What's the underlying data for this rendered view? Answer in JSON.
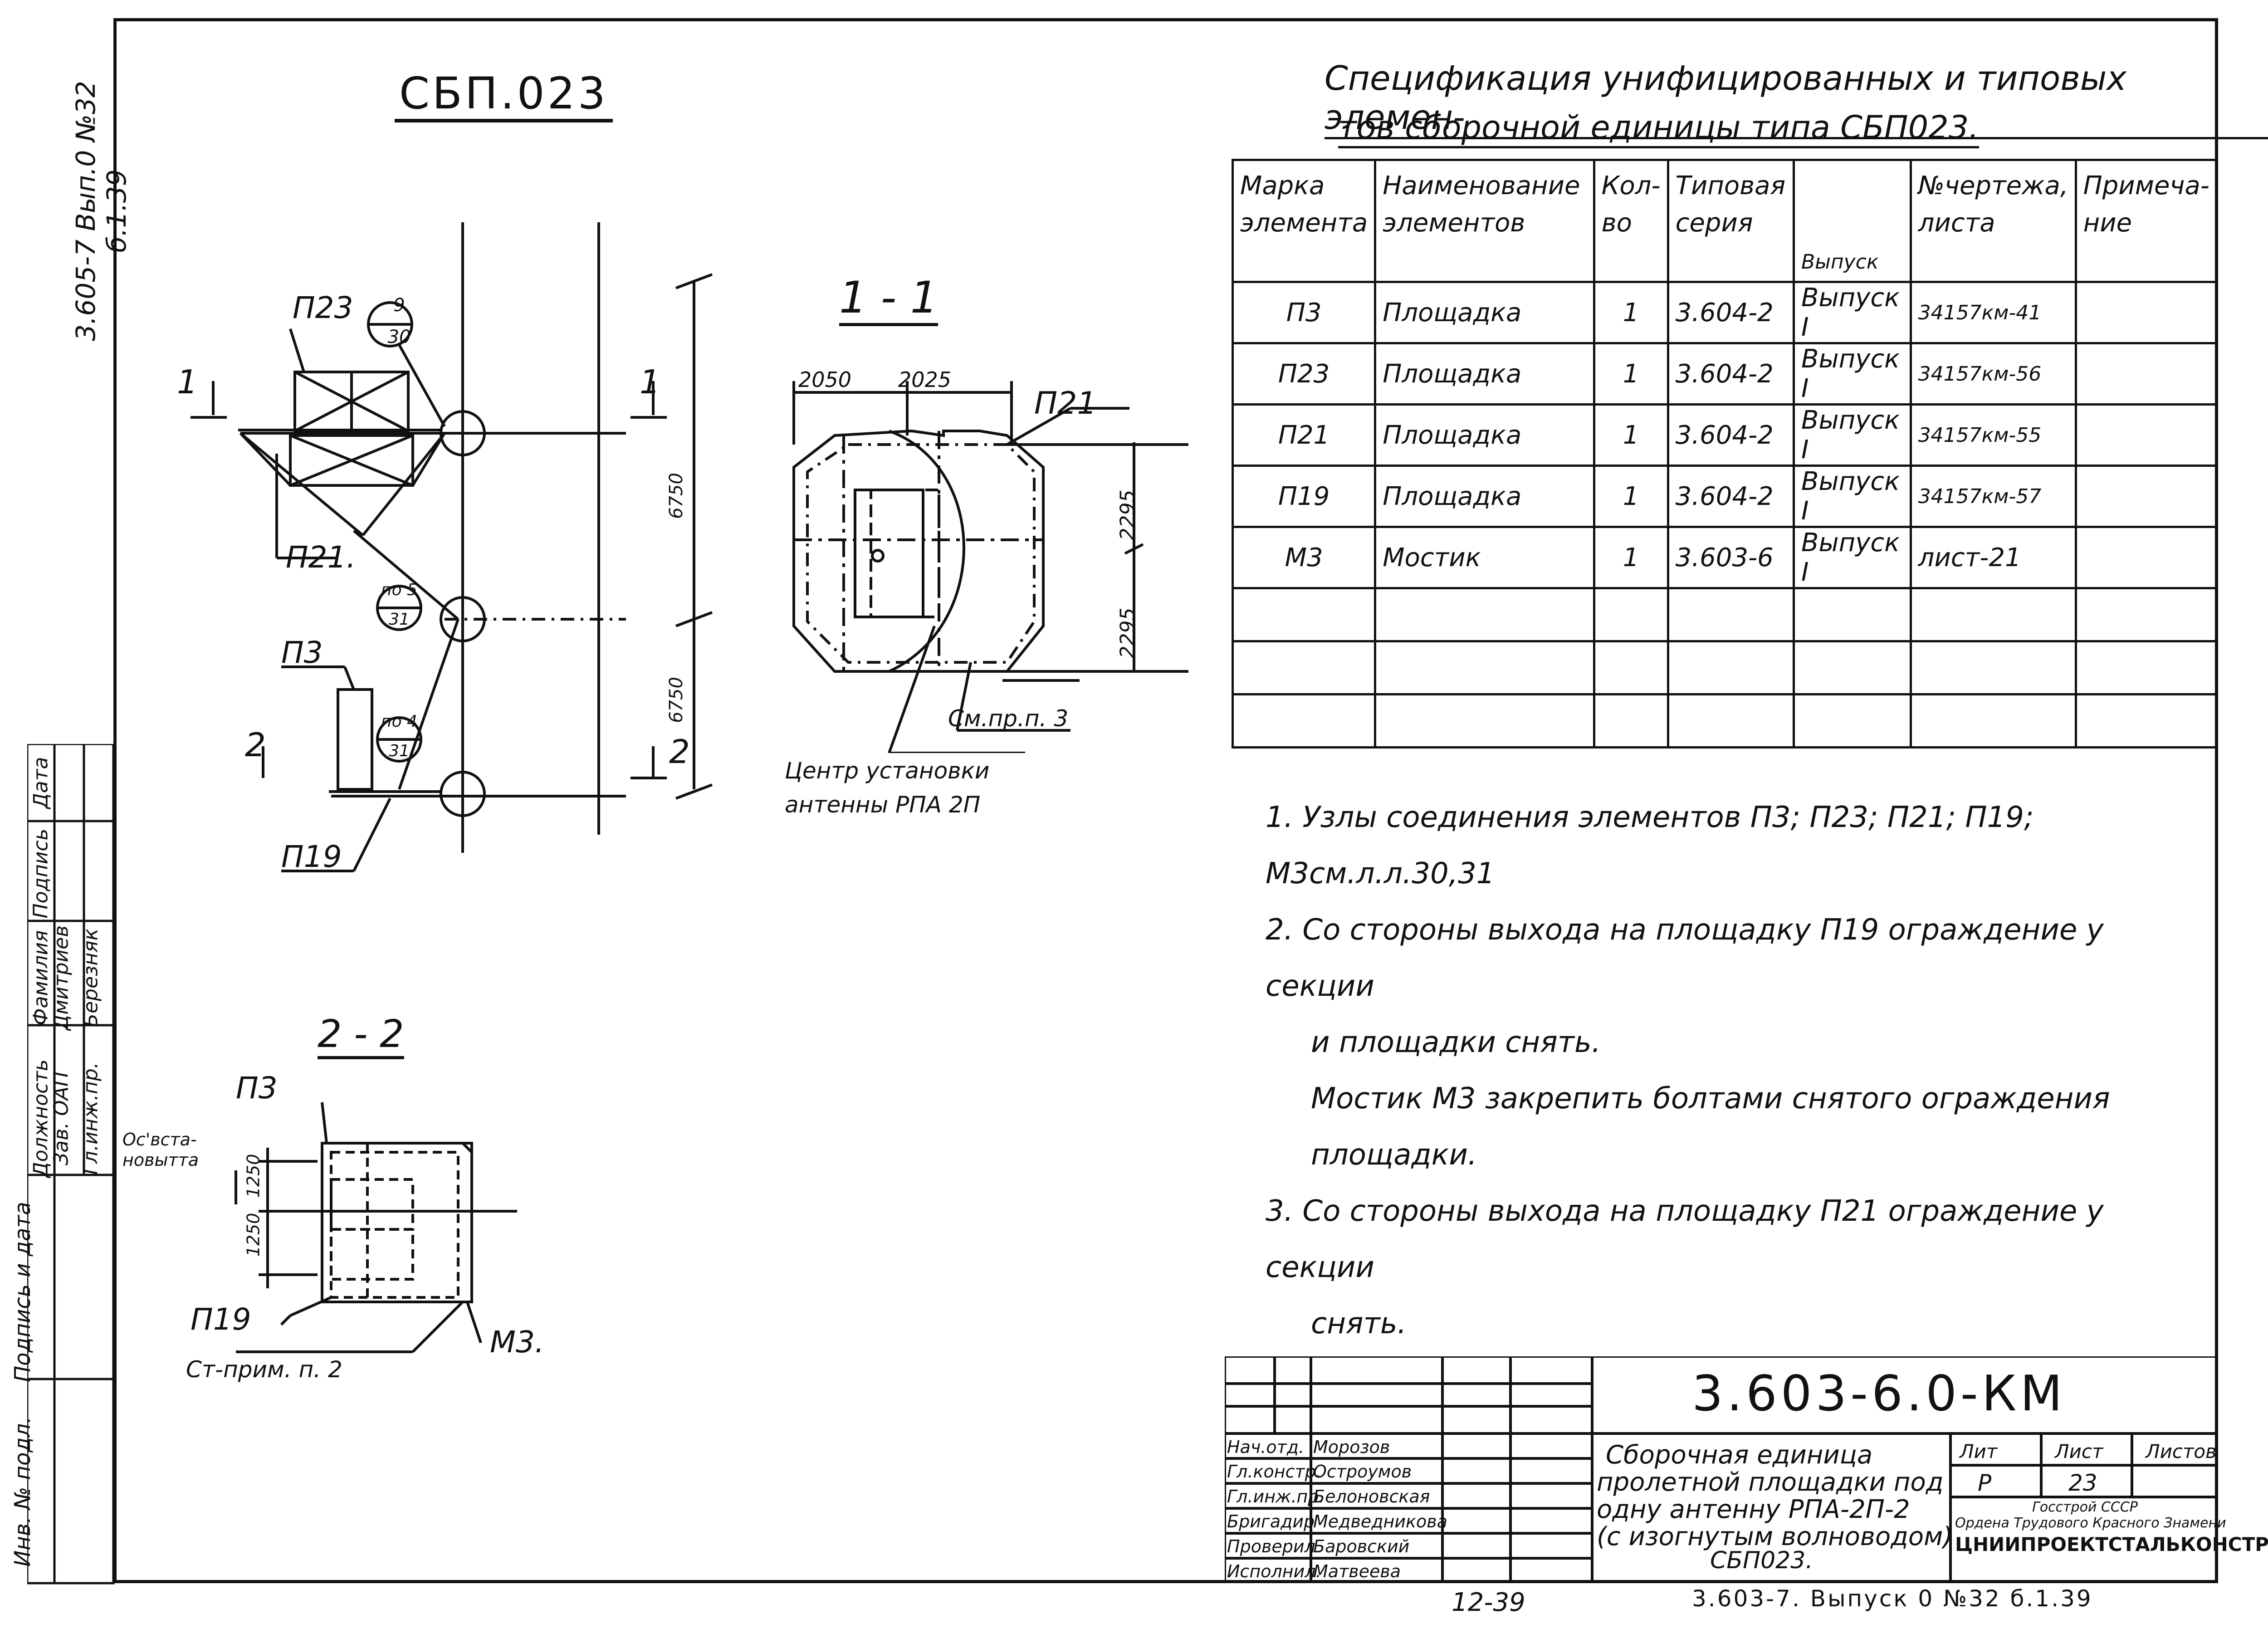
{
  "drawing_title": "СБП.023",
  "side_code": "3.605-7  Вып.0 №32 б.1.39",
  "spec": {
    "title_line1": "Спецификация унифицированных и типовых элемен-",
    "title_line2": "тов сборочной единицы типа СБП023.",
    "headers": [
      "Марка элемента",
      "Наименование элементов",
      "Кол-во",
      "Типовая серия",
      "Выпуск",
      "№чертежа, листа",
      "Примеча-ние"
    ],
    "rows": [
      [
        "П3",
        "Площадка",
        "1",
        "3.604-2",
        "Выпуск I",
        "34157км-41",
        ""
      ],
      [
        "П23",
        "Площадка",
        "1",
        "3.604-2",
        "Выпуск I",
        "34157км-56",
        ""
      ],
      [
        "П21",
        "Площадка",
        "1",
        "3.604-2",
        "Выпуск I",
        "34157км-55",
        ""
      ],
      [
        "П19",
        "Площадка",
        "1",
        "3.604-2",
        "Выпуск I",
        "34157км-57",
        ""
      ],
      [
        "М3",
        "Мостик",
        "1",
        "3.603-6",
        "Выпуск I",
        "лист-21",
        ""
      ],
      [
        "",
        "",
        "",
        "",
        "",
        "",
        ""
      ],
      [
        "",
        "",
        "",
        "",
        "",
        "",
        ""
      ],
      [
        "",
        "",
        "",
        "",
        "",
        "",
        ""
      ]
    ]
  },
  "notes": [
    "1. Узлы соединения элементов П3; П23; П21; П19; М3см.л.л.30,31",
    "2. Со стороны выхода на площадку П19 ограждение у секции",
    "и площадки снять.",
    "Мостик М3 закрепить болтами снятого ограждения",
    "площадки.",
    "3. Со стороны выхода на площадку П21 ограждение у секции",
    "снять."
  ],
  "elevation": {
    "labels": {
      "p23": "П23",
      "p21": "П21.",
      "p3": "П3",
      "p19": "П19",
      "sec1": "1",
      "sec1r": "1",
      "sec2": "2",
      "sec2r": "2"
    },
    "bubbles": [
      {
        "top": "9",
        "bot": "30"
      },
      {
        "top": "по 5",
        "bot": "31"
      },
      {
        "top": "по 4",
        "bot": "31"
      }
    ],
    "dims": {
      "upper": "6750",
      "lower": "6750"
    }
  },
  "section11": {
    "title": "1 - 1",
    "dim_left": "2050",
    "dim_right": "2025",
    "dim_v1": "2295",
    "dim_v2": "2295",
    "label_p21": "П21",
    "note_ref": "См.пр.п. 3",
    "center_label_1": "Центр установки",
    "center_label_2": "антенны РПА 2П"
  },
  "section22": {
    "title": "2 - 2",
    "label_p3": "П3",
    "label_p19": "П19",
    "label_m3": "М3.",
    "dim1": "1250",
    "dim2": "1250",
    "side_label_1": "Ос'вста-",
    "side_label_2": "новытта",
    "note_ref": "Ст-прим. п. 2"
  },
  "stamp_left": {
    "col_headers": [
      "Должность",
      "Фамилия",
      "Подпись",
      "Дата"
    ],
    "rows": [
      [
        "Зав. ОАП",
        "Дмитриев"
      ],
      [
        "Гл.инж.пр.",
        "Березняк"
      ]
    ],
    "sig_label": "Подпись и дата",
    "inv_label": "Инв. № подл."
  },
  "title_block": {
    "code": "3.603-6.0-КМ",
    "people": [
      [
        "Нач.отд.",
        "Морозов"
      ],
      [
        "Гл.констр.",
        "Остроумов"
      ],
      [
        "Гл.инж.пр.",
        "Белоновская"
      ],
      [
        "Бригадир",
        "Медведникова"
      ],
      [
        "Проверил",
        "Баровский"
      ],
      [
        "Исполнил.",
        "Матвеева"
      ]
    ],
    "desc": [
      "Сборочная единица",
      "пролетной площадки под",
      "одну антенну РПА-2П-2",
      "(с изогнутым волноводом)",
      "СБП023."
    ],
    "lit_label": "Лит",
    "sheet_label": "Лист",
    "sheets_label": "Листов",
    "lit_value": "Р",
    "sheet_value": "23",
    "org_line1": "Госстрой СССР",
    "org_line2": "Ордена Трудового Красного Знамени",
    "org_line3": "ЦНИИПРОЕКТСТАЛЬКОНСТРУКЦИЯ",
    "bottom_code": "3.603-7. Выпуск 0 №32 б.1.39",
    "bottom_num": "12-39"
  }
}
